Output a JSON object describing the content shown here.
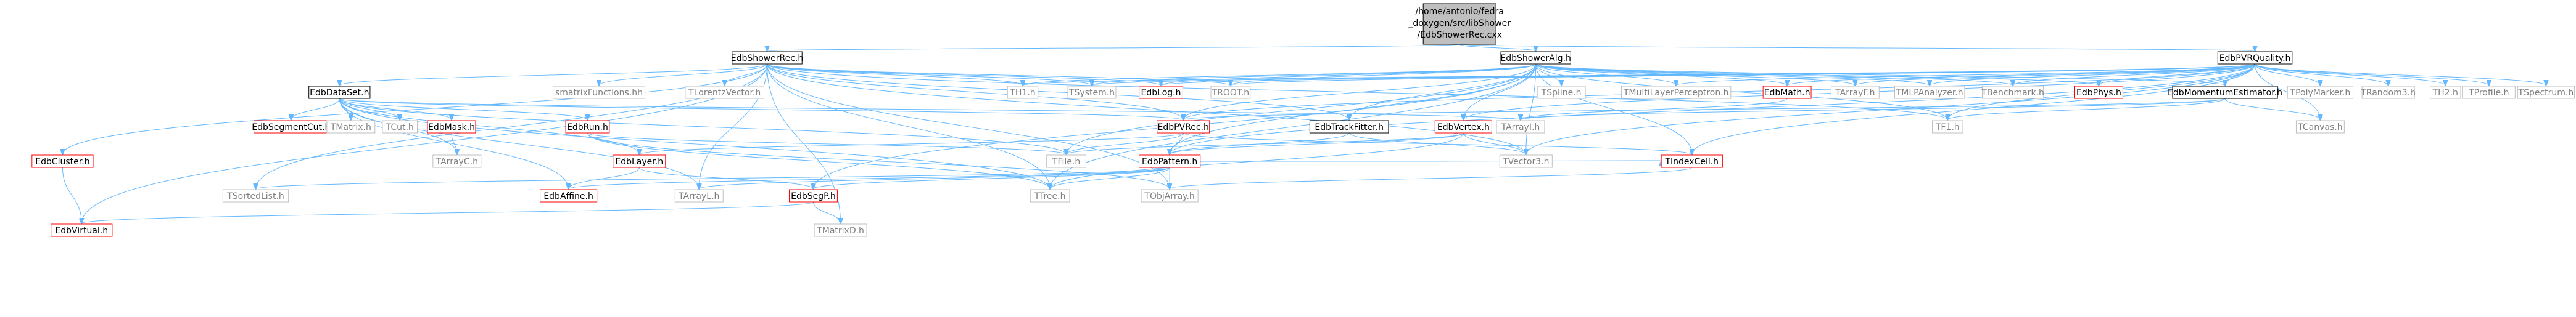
{
  "graph": {
    "root_title_lines": [
      "/home/antonio/fedra",
      "_doxygen/src/libShower",
      "/EdbShowerRec.cxx"
    ],
    "nodes": [
      {
        "id": "EdbShowerRec_h",
        "label": "EdbShowerRec.h",
        "style": "black"
      },
      {
        "id": "EdbShowerAlg_h",
        "label": "EdbShowerAlg.h",
        "style": "black"
      },
      {
        "id": "EdbPVRQuality_h",
        "label": "EdbPVRQuality.h",
        "style": "black"
      },
      {
        "id": "EdbDataSet_h",
        "label": "EdbDataSet.h",
        "style": "black"
      },
      {
        "id": "EdbMomentumEstimator_h",
        "label": "EdbMomentumEstimator.h",
        "style": "black"
      },
      {
        "id": "EdbTrackFitter_h",
        "label": "EdbTrackFitter.h",
        "style": "black"
      },
      {
        "id": "smatrixFunctions_hh",
        "label": "smatrixFunctions.hh",
        "style": "gray"
      },
      {
        "id": "TLorentzVector_h",
        "label": "TLorentzVector.h",
        "style": "gray"
      },
      {
        "id": "TH1_h",
        "label": "TH1.h",
        "style": "gray"
      },
      {
        "id": "TSystem_h",
        "label": "TSystem.h",
        "style": "gray"
      },
      {
        "id": "EdbLog_h",
        "label": "EdbLog.h",
        "style": "red"
      },
      {
        "id": "TROOT_h",
        "label": "TROOT.h",
        "style": "gray"
      },
      {
        "id": "TSpline_h",
        "label": "TSpline.h",
        "style": "gray"
      },
      {
        "id": "TMultiLayerPerceptron_h",
        "label": "TMultiLayerPerceptron.h",
        "style": "gray"
      },
      {
        "id": "EdbMath_h",
        "label": "EdbMath.h",
        "style": "red"
      },
      {
        "id": "TArrayF_h",
        "label": "TArrayF.h",
        "style": "gray"
      },
      {
        "id": "TMLPAnalyzer_h",
        "label": "TMLPAnalyzer.h",
        "style": "gray"
      },
      {
        "id": "TBenchmark_h",
        "label": "TBenchmark.h",
        "style": "gray"
      },
      {
        "id": "EdbPhys_h",
        "label": "EdbPhys.h",
        "style": "red"
      },
      {
        "id": "TPolyMarker_h",
        "label": "TPolyMarker.h",
        "style": "gray"
      },
      {
        "id": "TRandom3_h",
        "label": "TRandom3.h",
        "style": "gray"
      },
      {
        "id": "TH2_h",
        "label": "TH2.h",
        "style": "gray"
      },
      {
        "id": "TProfile_h",
        "label": "TProfile.h",
        "style": "gray"
      },
      {
        "id": "TSpectrum_h",
        "label": "TSpectrum.h",
        "style": "gray"
      },
      {
        "id": "EdbSegmentCut_h",
        "label": "EdbSegmentCut.h",
        "style": "red"
      },
      {
        "id": "TMatrix_h",
        "label": "TMatrix.h",
        "style": "gray"
      },
      {
        "id": "TCut_h",
        "label": "TCut.h",
        "style": "gray"
      },
      {
        "id": "EdbMask_h",
        "label": "EdbMask.h",
        "style": "red"
      },
      {
        "id": "EdbRun_h",
        "label": "EdbRun.h",
        "style": "red"
      },
      {
        "id": "EdbPVRec_h",
        "label": "EdbPVRec.h",
        "style": "red"
      },
      {
        "id": "EdbVertex_h",
        "label": "EdbVertex.h",
        "style": "red"
      },
      {
        "id": "TArrayI_h",
        "label": "TArrayI.h",
        "style": "gray"
      },
      {
        "id": "TF1_h",
        "label": "TF1.h",
        "style": "gray"
      },
      {
        "id": "TCanvas_h",
        "label": "TCanvas.h",
        "style": "gray"
      },
      {
        "id": "EdbCluster_h",
        "label": "EdbCluster.h",
        "style": "red"
      },
      {
        "id": "TArrayC_h",
        "label": "TArrayC.h",
        "style": "gray"
      },
      {
        "id": "TFile_h",
        "label": "TFile.h",
        "style": "gray"
      },
      {
        "id": "EdbLayer_h",
        "label": "EdbLayer.h",
        "style": "red"
      },
      {
        "id": "EdbPattern_h",
        "label": "EdbPattern.h",
        "style": "red"
      },
      {
        "id": "TVector3_h",
        "label": "TVector3.h",
        "style": "gray"
      },
      {
        "id": "TIndexCell_h",
        "label": "TIndexCell.h",
        "style": "red"
      },
      {
        "id": "TSortedList_h",
        "label": "TSortedList.h",
        "style": "gray"
      },
      {
        "id": "EdbAffine_h",
        "label": "EdbAffine.h",
        "style": "red"
      },
      {
        "id": "TArrayL_h",
        "label": "TArrayL.h",
        "style": "gray"
      },
      {
        "id": "EdbSegP_h",
        "label": "EdbSegP.h",
        "style": "red"
      },
      {
        "id": "TTree_h",
        "label": "TTree.h",
        "style": "gray"
      },
      {
        "id": "TObjArray_h",
        "label": "TObjArray.h",
        "style": "gray"
      },
      {
        "id": "EdbVirtual_h",
        "label": "EdbVirtual.h",
        "style": "red"
      },
      {
        "id": "TMatrixD_h",
        "label": "TMatrixD.h",
        "style": "gray"
      }
    ],
    "edges": [
      [
        "root",
        "EdbShowerRec_h"
      ],
      [
        "root",
        "EdbShowerAlg_h"
      ],
      [
        "root",
        "EdbPVRQuality_h"
      ],
      [
        "EdbShowerRec_h",
        "EdbDataSet_h"
      ],
      [
        "EdbShowerRec_h",
        "smatrixFunctions_hh"
      ],
      [
        "EdbShowerRec_h",
        "TLorentzVector_h"
      ],
      [
        "EdbShowerRec_h",
        "TH1_h"
      ],
      [
        "EdbShowerRec_h",
        "TSystem_h"
      ],
      [
        "EdbShowerRec_h",
        "EdbLog_h"
      ],
      [
        "EdbShowerRec_h",
        "TROOT_h"
      ],
      [
        "EdbShowerRec_h",
        "EdbCluster_h"
      ],
      [
        "EdbShowerRec_h",
        "TSortedList_h"
      ],
      [
        "EdbShowerRec_h",
        "TArrayL_h"
      ],
      [
        "EdbShowerRec_h",
        "TMatrixD_h"
      ],
      [
        "EdbShowerRec_h",
        "EdbVirtual_h"
      ],
      [
        "EdbShowerRec_h",
        "TTree_h"
      ],
      [
        "EdbShowerRec_h",
        "TObjArray_h"
      ],
      [
        "EdbShowerRec_h",
        "EdbPVRec_h"
      ],
      [
        "EdbShowerRec_h",
        "EdbTrackFitter_h"
      ],
      [
        "EdbShowerRec_h",
        "TF1_h"
      ],
      [
        "EdbShowerRec_h",
        "TVector3_h"
      ],
      [
        "EdbShowerAlg_h",
        "EdbLog_h"
      ],
      [
        "EdbShowerAlg_h",
        "TSystem_h"
      ],
      [
        "EdbShowerAlg_h",
        "TROOT_h"
      ],
      [
        "EdbShowerAlg_h",
        "TH1_h"
      ],
      [
        "EdbShowerAlg_h",
        "TSpline_h"
      ],
      [
        "EdbShowerAlg_h",
        "TMultiLayerPerceptron_h"
      ],
      [
        "EdbShowerAlg_h",
        "EdbMath_h"
      ],
      [
        "EdbShowerAlg_h",
        "TArrayF_h"
      ],
      [
        "EdbShowerAlg_h",
        "TMLPAnalyzer_h"
      ],
      [
        "EdbShowerAlg_h",
        "TBenchmark_h"
      ],
      [
        "EdbShowerAlg_h",
        "EdbPhys_h"
      ],
      [
        "EdbShowerAlg_h",
        "EdbMomentumEstimator_h"
      ],
      [
        "EdbShowerAlg_h",
        "EdbPVRec_h"
      ],
      [
        "EdbShowerAlg_h",
        "EdbTrackFitter_h"
      ],
      [
        "EdbShowerAlg_h",
        "EdbVertex_h"
      ],
      [
        "EdbShowerAlg_h",
        "TIndexCell_h"
      ],
      [
        "EdbShowerAlg_h",
        "TVector3_h"
      ],
      [
        "EdbShowerAlg_h",
        "EdbPattern_h"
      ],
      [
        "EdbShowerAlg_h",
        "EdbSegP_h"
      ],
      [
        "EdbShowerAlg_h",
        "TFile_h"
      ],
      [
        "EdbShowerAlg_h",
        "TTree_h"
      ],
      [
        "EdbShowerAlg_h",
        "TF1_h"
      ],
      [
        "EdbPVRQuality_h",
        "EdbLog_h"
      ],
      [
        "EdbPVRQuality_h",
        "TROOT_h"
      ],
      [
        "EdbPVRQuality_h",
        "TSystem_h"
      ],
      [
        "EdbPVRQuality_h",
        "TH1_h"
      ],
      [
        "EdbPVRQuality_h",
        "EdbMath_h"
      ],
      [
        "EdbPVRQuality_h",
        "TArrayF_h"
      ],
      [
        "EdbPVRQuality_h",
        "TMLPAnalyzer_h"
      ],
      [
        "EdbPVRQuality_h",
        "TBenchmark_h"
      ],
      [
        "EdbPVRQuality_h",
        "EdbPhys_h"
      ],
      [
        "EdbPVRQuality_h",
        "EdbMomentumEstimator_h"
      ],
      [
        "EdbPVRQuality_h",
        "TPolyMarker_h"
      ],
      [
        "EdbPVRQuality_h",
        "TRandom3_h"
      ],
      [
        "EdbPVRQuality_h",
        "TH2_h"
      ],
      [
        "EdbPVRQuality_h",
        "TProfile_h"
      ],
      [
        "EdbPVRQuality_h",
        "TSpectrum_h"
      ],
      [
        "EdbPVRQuality_h",
        "TCanvas_h"
      ],
      [
        "EdbPVRQuality_h",
        "TF1_h"
      ],
      [
        "EdbPVRQuality_h",
        "EdbPVRec_h"
      ],
      [
        "EdbPVRQuality_h",
        "EdbVertex_h"
      ],
      [
        "EdbPVRQuality_h",
        "TIndexCell_h"
      ],
      [
        "EdbPVRQuality_h",
        "TVector3_h"
      ],
      [
        "EdbPVRQuality_h",
        "EdbPattern_h"
      ],
      [
        "EdbPVRQuality_h",
        "TMultiLayerPerceptron_h"
      ],
      [
        "EdbDataSet_h",
        "EdbSegmentCut_h"
      ],
      [
        "EdbDataSet_h",
        "TMatrix_h"
      ],
      [
        "EdbDataSet_h",
        "TCut_h"
      ],
      [
        "EdbDataSet_h",
        "EdbMask_h"
      ],
      [
        "EdbDataSet_h",
        "EdbRun_h"
      ],
      [
        "EdbDataSet_h",
        "EdbPVRec_h"
      ],
      [
        "EdbDataSet_h",
        "TArrayI_h"
      ],
      [
        "EdbDataSet_h",
        "TArrayC_h"
      ],
      [
        "EdbDataSet_h",
        "EdbLayer_h"
      ],
      [
        "EdbDataSet_h",
        "EdbAffine_h"
      ],
      [
        "EdbDataSet_h",
        "TArrayL_h"
      ],
      [
        "EdbDataSet_h",
        "TFile_h"
      ],
      [
        "EdbDataSet_h",
        "TTree_h"
      ],
      [
        "EdbMomentumEstimator_h",
        "EdbPVRec_h"
      ],
      [
        "EdbMomentumEstimator_h",
        "TArrayI_h"
      ],
      [
        "EdbMomentumEstimator_h",
        "TF1_h"
      ],
      [
        "EdbMomentumEstimator_h",
        "TCanvas_h"
      ],
      [
        "EdbTrackFitter_h",
        "EdbPattern_h"
      ],
      [
        "EdbTrackFitter_h",
        "TVector3_h"
      ],
      [
        "EdbMath_h",
        "TArrayI_h"
      ],
      [
        "EdbMask_h",
        "TArrayC_h"
      ],
      [
        "EdbRun_h",
        "TFile_h"
      ],
      [
        "EdbRun_h",
        "TTree_h"
      ],
      [
        "EdbRun_h",
        "TObjArray_h"
      ],
      [
        "EdbPVRec_h",
        "TFile_h"
      ],
      [
        "EdbPVRec_h",
        "EdbPattern_h"
      ],
      [
        "EdbPVRec_h",
        "EdbLayer_h"
      ],
      [
        "EdbPVRec_h",
        "TIndexCell_h"
      ],
      [
        "EdbVertex_h",
        "EdbPattern_h"
      ],
      [
        "EdbVertex_h",
        "TVector3_h"
      ],
      [
        "EdbVertex_h",
        "TFile_h"
      ],
      [
        "EdbVertex_h",
        "TTree_h"
      ],
      [
        "EdbCluster_h",
        "EdbVirtual_h"
      ],
      [
        "EdbLayer_h",
        "EdbAffine_h"
      ],
      [
        "EdbLayer_h",
        "EdbSegP_h"
      ],
      [
        "EdbPattern_h",
        "TSortedList_h"
      ],
      [
        "EdbPattern_h",
        "EdbAffine_h"
      ],
      [
        "EdbPattern_h",
        "TArrayL_h"
      ],
      [
        "EdbPattern_h",
        "EdbSegP_h"
      ],
      [
        "EdbPattern_h",
        "TTree_h"
      ],
      [
        "EdbPattern_h",
        "TObjArray_h"
      ],
      [
        "EdbPattern_h",
        "TIndexCell_h"
      ],
      [
        "TIndexCell_h",
        "TObjArray_h"
      ],
      [
        "EdbSegP_h",
        "EdbVirtual_h"
      ],
      [
        "EdbSegP_h",
        "TMatrixD_h"
      ]
    ]
  }
}
